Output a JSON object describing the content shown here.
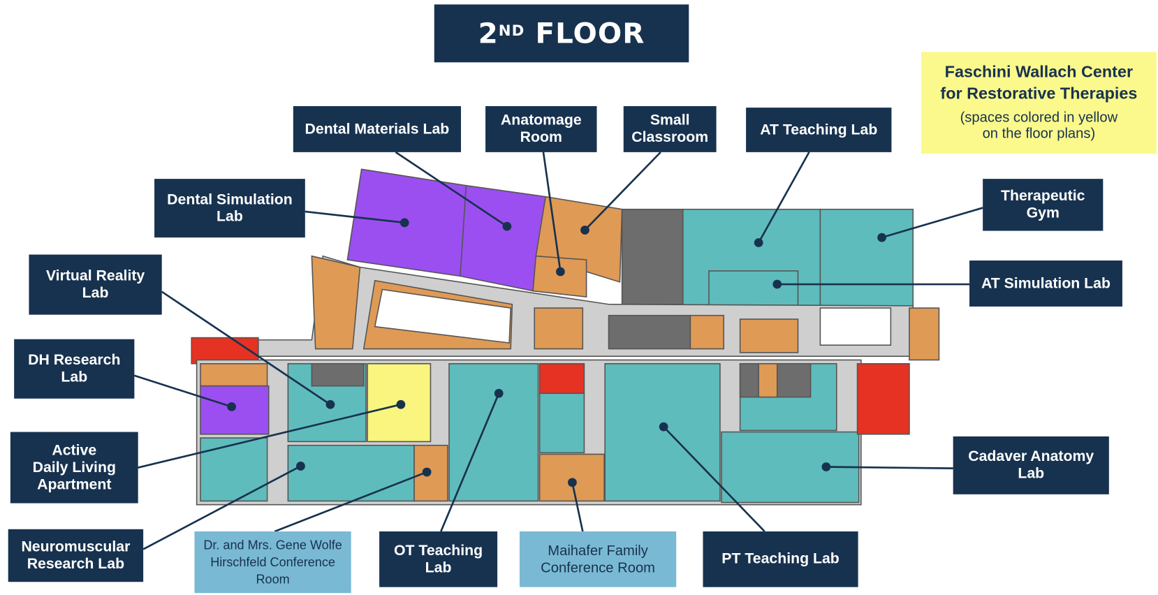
{
  "title": {
    "main": "2",
    "sup": "ND",
    "rest": " FLOOR"
  },
  "legend": {
    "heading_line1": "Faschini Wallach Center",
    "heading_line2": "for Restorative Therapies",
    "note_line1": "(spaces colored in yellow",
    "note_line2": "on the floor plans)"
  },
  "colors": {
    "navy": "#17324f",
    "light_blue": "#7ab9d4",
    "yellow": "#fbf98c",
    "teal": "#5fbcbc",
    "purple": "#9b4ff0",
    "orange": "#df9a55",
    "red": "#e53223",
    "corridor": "#cfcfcf"
  },
  "labels": {
    "dental_materials": [
      "Dental Materials Lab"
    ],
    "anatomage": [
      "Anatomage",
      "Room"
    ],
    "small_classroom": [
      "Small",
      "Classroom"
    ],
    "at_teaching": [
      "AT Teaching Lab"
    ],
    "dental_simulation": [
      "Dental Simulation",
      "Lab"
    ],
    "therapeutic_gym": [
      "Therapeutic",
      "Gym"
    ],
    "at_simulation": [
      "AT Simulation Lab"
    ],
    "virtual_reality": [
      "Virtual Reality",
      "Lab"
    ],
    "dh_research": [
      "DH Research",
      "Lab"
    ],
    "active_daily_living": [
      "Active",
      "Daily Living",
      "Apartment"
    ],
    "cadaver_anatomy": [
      "Cadaver Anatomy",
      "Lab"
    ],
    "neuromuscular": [
      "Neuromuscular",
      "Research Lab"
    ],
    "hirschfeld": [
      "Dr. and Mrs. Gene Wolfe",
      "Hirschfeld Conference",
      "Room"
    ],
    "ot_teaching": [
      "OT Teaching",
      "Lab"
    ],
    "maihafer": [
      "Maihafer Family",
      "Conference Room"
    ],
    "pt_teaching": [
      "PT Teaching Lab"
    ]
  }
}
